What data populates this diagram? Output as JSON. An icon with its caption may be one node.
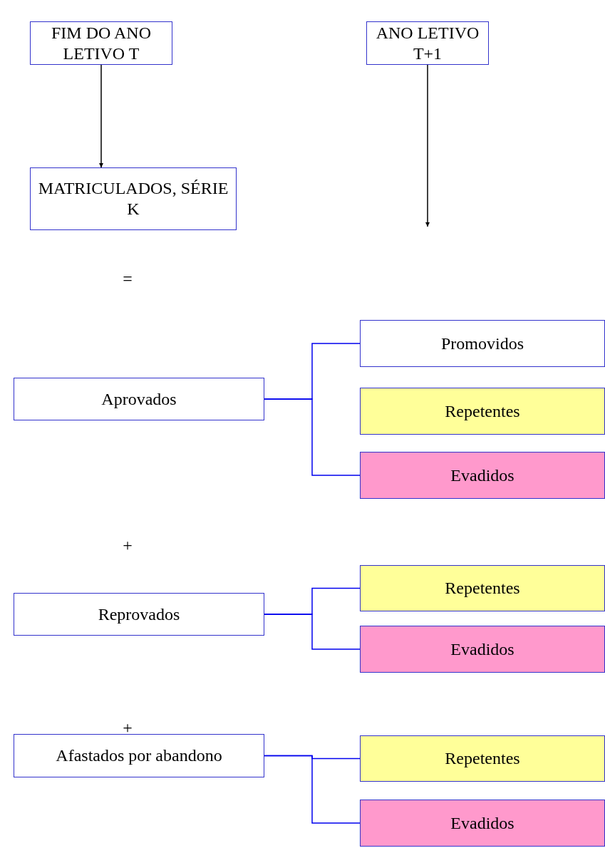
{
  "diagram": {
    "nodes": [
      {
        "text": [
          "FIM DO ANO LETIVO T"
        ]
      },
      {
        "text": [
          "ANO LETIVO T+1"
        ]
      },
      {
        "text": [
          "MATRICULADOS, SÉRIE K"
        ]
      },
      {
        "text": [
          "Aprovados"
        ]
      },
      {
        "text": [
          "Promovidos"
        ]
      },
      {
        "text": [
          "Repetentes"
        ]
      },
      {
        "text": [
          "Evadidos"
        ]
      },
      {
        "text": [
          "Reprovados"
        ]
      },
      {
        "text": [
          "Repetentes"
        ]
      },
      {
        "text": [
          "Evadidos"
        ]
      },
      {
        "text": [
          "Afastados por abandono"
        ]
      },
      {
        "text": [
          "Repetentes"
        ]
      },
      {
        "text": [
          "Evadidos"
        ]
      }
    ],
    "edges": [
      {
        "from": 0,
        "to": 2,
        "arrow": "to",
        "color": "#000000"
      },
      {
        "from": 1,
        "to": null,
        "arrow": "to",
        "color": "#000000"
      },
      {
        "from": 3,
        "to": 4,
        "arrow": "none"
      },
      {
        "from": 3,
        "to": 6,
        "arrow": "none"
      },
      {
        "from": 7,
        "to": 8,
        "arrow": "none"
      },
      {
        "from": 7,
        "to": 9,
        "arrow": "none"
      },
      {
        "from": 10,
        "to": 11,
        "arrow": "none"
      },
      {
        "from": 10,
        "to": 12,
        "arrow": "none"
      }
    ],
    "labels": [
      "=",
      "+",
      "+"
    ]
  }
}
